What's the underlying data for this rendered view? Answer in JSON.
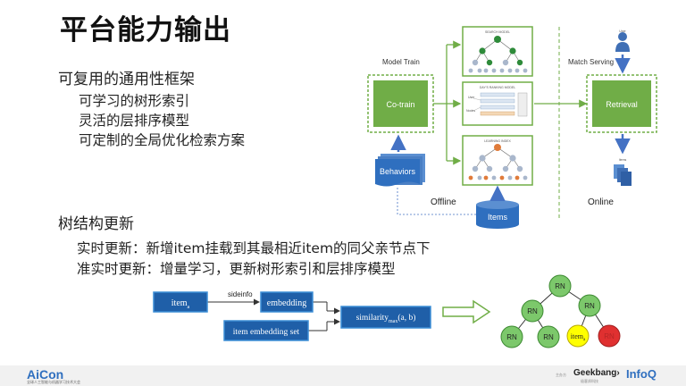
{
  "slide": {
    "title": "平台能力输出",
    "section1": {
      "heading": "可复用的通用性框架",
      "items": [
        "可学习的树形索引",
        "灵活的层排序模型",
        "可定制的全局优化检索方案"
      ]
    },
    "section2": {
      "heading": "树结构更新",
      "items": [
        "实时更新：新增item挂载到其最相近item的同父亲节点下",
        "准实时更新：增量学习，更新树形索引和层排序模型"
      ]
    }
  },
  "architecture": {
    "model_train_label": "Model Train",
    "match_serving_label": "Match Serving",
    "cotrain_label": "Co-train",
    "retrieval_label": "Retrieval",
    "behaviors_label": "Behaviors",
    "items_label": "Items",
    "offline_label": "Offline",
    "online_label": "Online",
    "user_label": "User",
    "result_label": "Items",
    "panel_top_label": "SEARCH MODEL",
    "panel_mid_label": "DAY'S RANKING MODEL",
    "panel_bottom_label": "LEARNING INDEX",
    "panel_mid_user": "User",
    "panel_mid_nodes": "Nodes"
  },
  "update_flow": {
    "item_label": "item",
    "item_sub": "a",
    "sideinfo_label": "sideinfo",
    "embedding_label": "embedding",
    "item_embedding_set_label": "item embedding set",
    "similarity_label": "similarity",
    "similarity_sub": "max",
    "similarity_args": "(a, b)"
  },
  "tree": {
    "node_label": "RN",
    "new_item_label": "item",
    "new_item_sub": "a",
    "removed_label": "RN"
  },
  "colors": {
    "green_box": "#70ad47",
    "blue_box": "#4472c4",
    "yellow_node": "#ffff00",
    "red_node": "#e03030",
    "node_green": "#7cc86b"
  },
  "footer": {
    "left_logo": "AiCon",
    "left_subtitle": "全球人工智能与机器学习技术大会",
    "right_org": "主办方",
    "right_logo1": "Geekbang›",
    "right_logo1_sub": "极客邦科技",
    "right_logo2": "InfoQ"
  }
}
